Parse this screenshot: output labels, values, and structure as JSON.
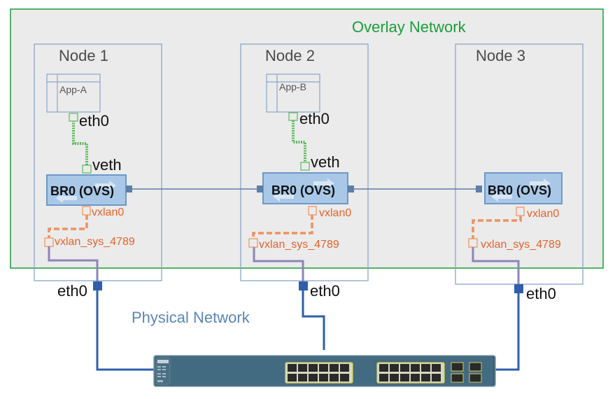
{
  "overlay": {
    "title": "Overlay Network",
    "color": "#1a9e3a"
  },
  "physical": {
    "title": "Physical Network",
    "color": "#5b86b5"
  },
  "nodes": [
    {
      "title": "Node 1",
      "app": "App-A",
      "app_iface": "eth0",
      "veth": "veth",
      "bridge": "BR0 (OVS)",
      "vxlan": "vxlan0",
      "vxlan_sys": "vxlan_sys_4789",
      "phys_iface": "eth0"
    },
    {
      "title": "Node 2",
      "app": "App-B",
      "app_iface": "eth0",
      "veth": "veth",
      "bridge": "BR0 (OVS)",
      "vxlan": "vxlan0",
      "vxlan_sys": "vxlan_sys_4789",
      "phys_iface": "eth0"
    },
    {
      "title": "Node 3",
      "bridge": "BR0 (OVS)",
      "vxlan": "vxlan0",
      "vxlan_sys": "vxlan_sys_4789",
      "phys_iface": "eth0"
    }
  ],
  "switch": {
    "name": "network-switch"
  },
  "colors": {
    "vxlan": "#e8622a",
    "veth_link": "#5cb85c",
    "bridge_fill": "#a9c8e8",
    "phys_link": "#2e5fa8",
    "node_border": "#8aa5c8"
  }
}
